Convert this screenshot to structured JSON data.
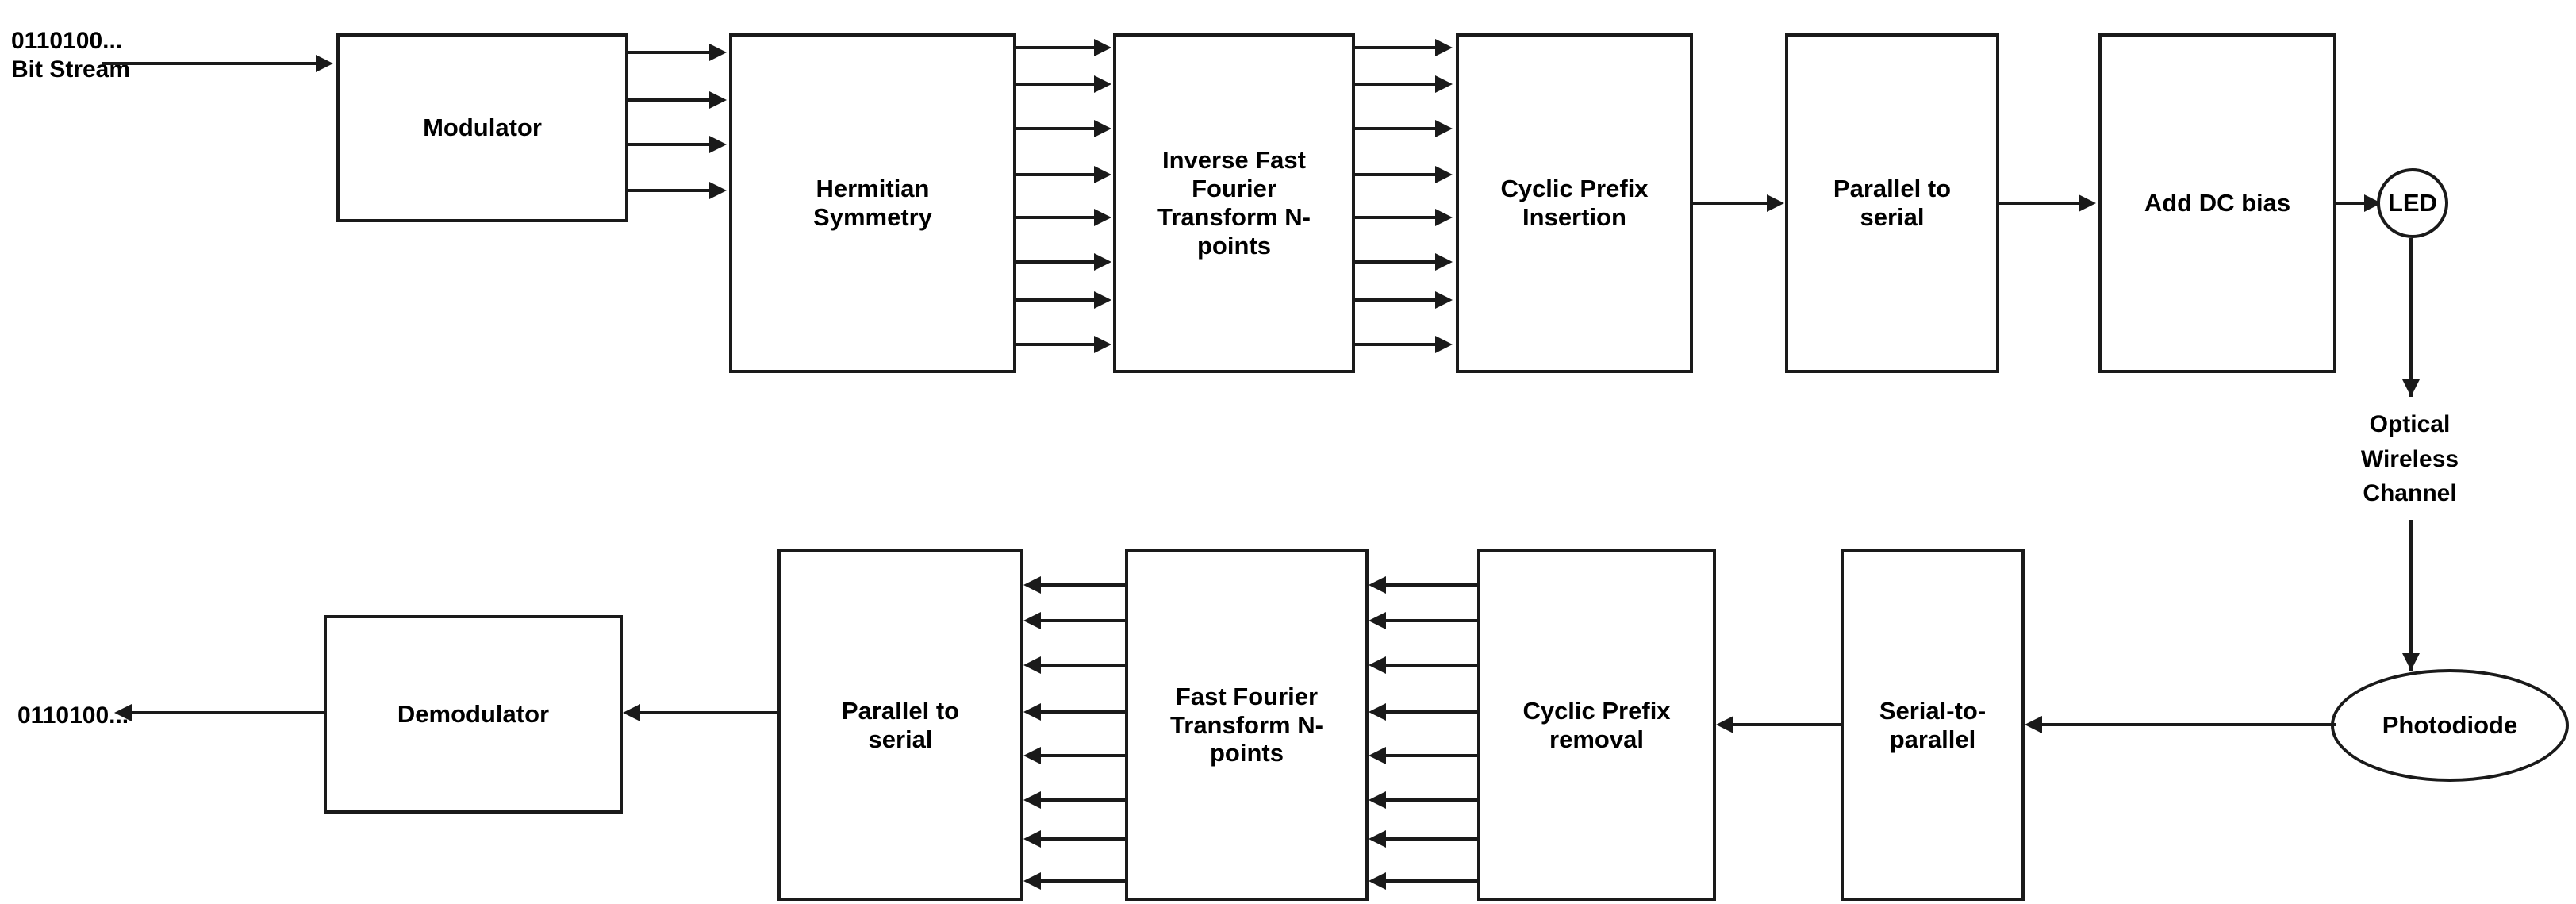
{
  "diagram": {
    "title": "DCO-OFDM optical wireless communication system block diagram",
    "stroke_color": "#1a1a1a",
    "background_color": "#ffffff"
  },
  "transmitter": {
    "input_label_line1": "0110100...",
    "input_label_line2": "Bit Stream",
    "blocks": [
      {
        "id": "modulator",
        "label": "Modulator"
      },
      {
        "id": "hermitian",
        "label": "Hermitian\nSymmetry"
      },
      {
        "id": "ifft",
        "label": "Inverse Fast\nFourier\nTransform N-\npoints"
      },
      {
        "id": "cp-insertion",
        "label": "Cyclic Prefix\nInsertion"
      },
      {
        "id": "parallel-serial",
        "label": "Parallel to\nserial"
      },
      {
        "id": "add-dc-bias",
        "label": "Add DC bias"
      },
      {
        "id": "led",
        "label": "LED"
      }
    ],
    "bus_arrow_counts": {
      "modulator_to_hermitian": 4,
      "hermitian_to_ifft": 8,
      "ifft_to_cp_insertion": 8
    }
  },
  "channel": {
    "label": "Optical\nWireless\nChannel"
  },
  "receiver": {
    "output_label": "0110100...",
    "blocks": [
      {
        "id": "photodiode",
        "label": "Photodiode"
      },
      {
        "id": "serial-parallel",
        "label": "Serial-to-\nparallel"
      },
      {
        "id": "cp-removal",
        "label": "Cyclic Prefix\nremoval"
      },
      {
        "id": "fft",
        "label": "Fast Fourier\nTransform N-\npoints"
      },
      {
        "id": "parallel-serial-rx",
        "label": "Parallel to\nserial"
      },
      {
        "id": "demodulator",
        "label": "Demodulator"
      }
    ],
    "bus_arrow_counts": {
      "cp_removal_to_fft": 8,
      "fft_to_parallel_serial": 8
    }
  }
}
